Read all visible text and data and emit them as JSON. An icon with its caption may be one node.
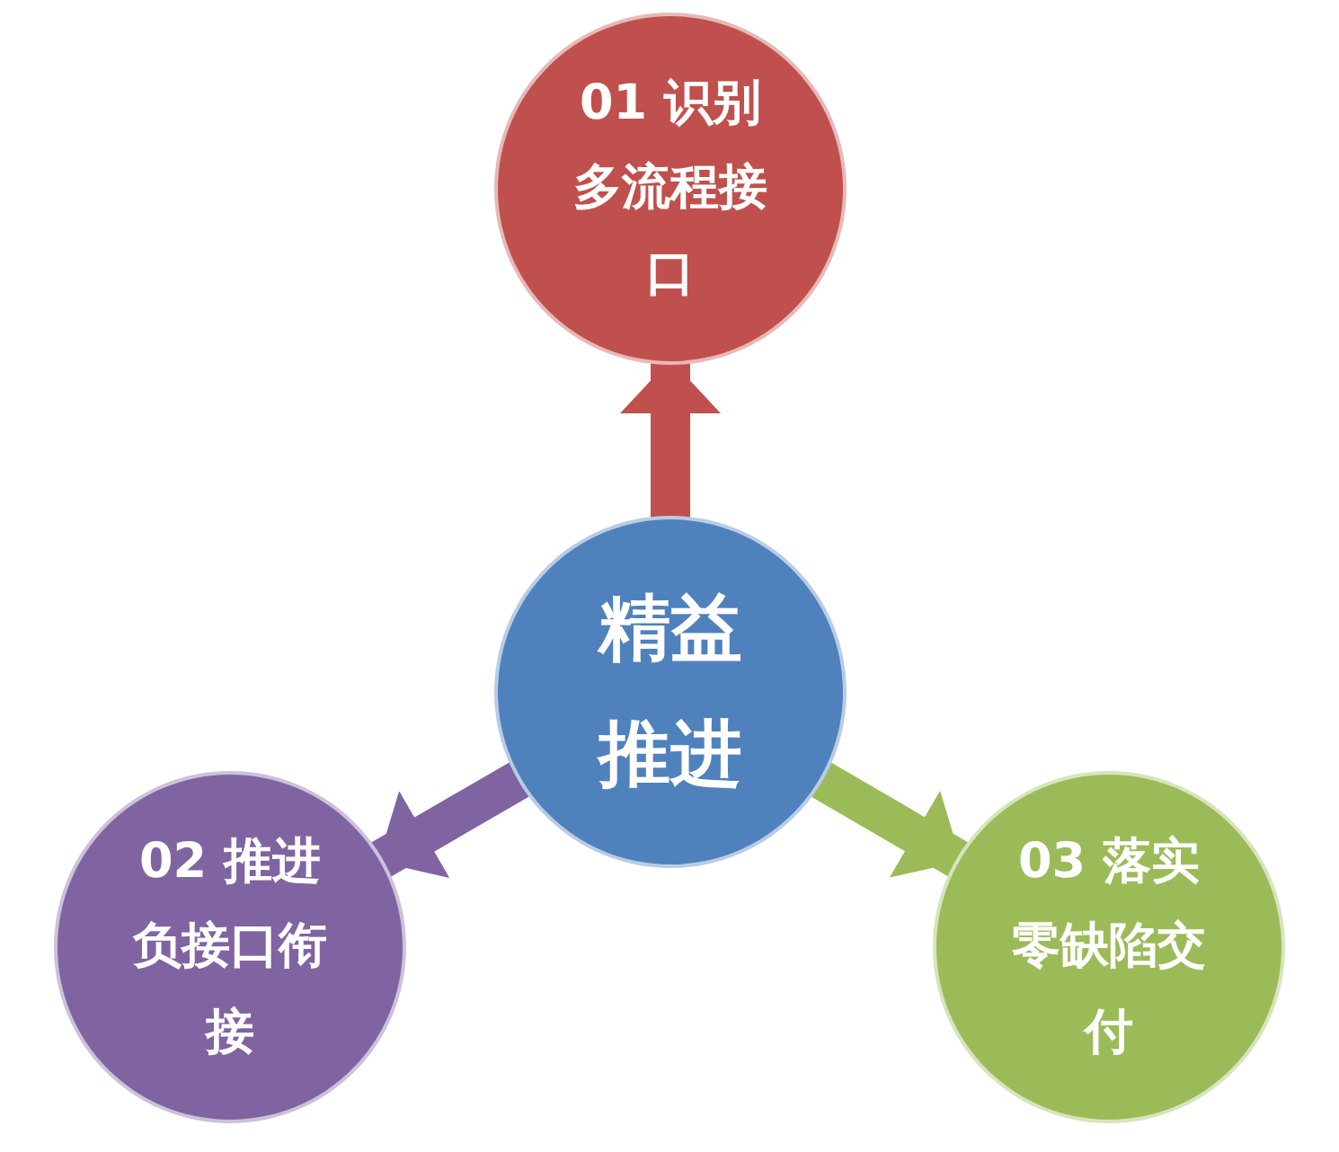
{
  "diagram": {
    "nodes": [
      {
        "text": [
          "01 识别多流程接口"
        ]
      },
      {
        "text": [
          "精益推进"
        ]
      },
      {
        "text": [
          "02 推进负接口衔接"
        ]
      },
      {
        "text": [
          "03 落实零缺陷交付"
        ]
      }
    ],
    "edges": [
      {
        "from": 1,
        "to": 0,
        "arrow": "to",
        "color": "#c0504d"
      },
      {
        "from": 1,
        "to": 2,
        "arrow": "to",
        "color": "#8064a2"
      },
      {
        "from": 1,
        "to": 3,
        "arrow": "to",
        "color": "#9bbb59"
      }
    ]
  }
}
